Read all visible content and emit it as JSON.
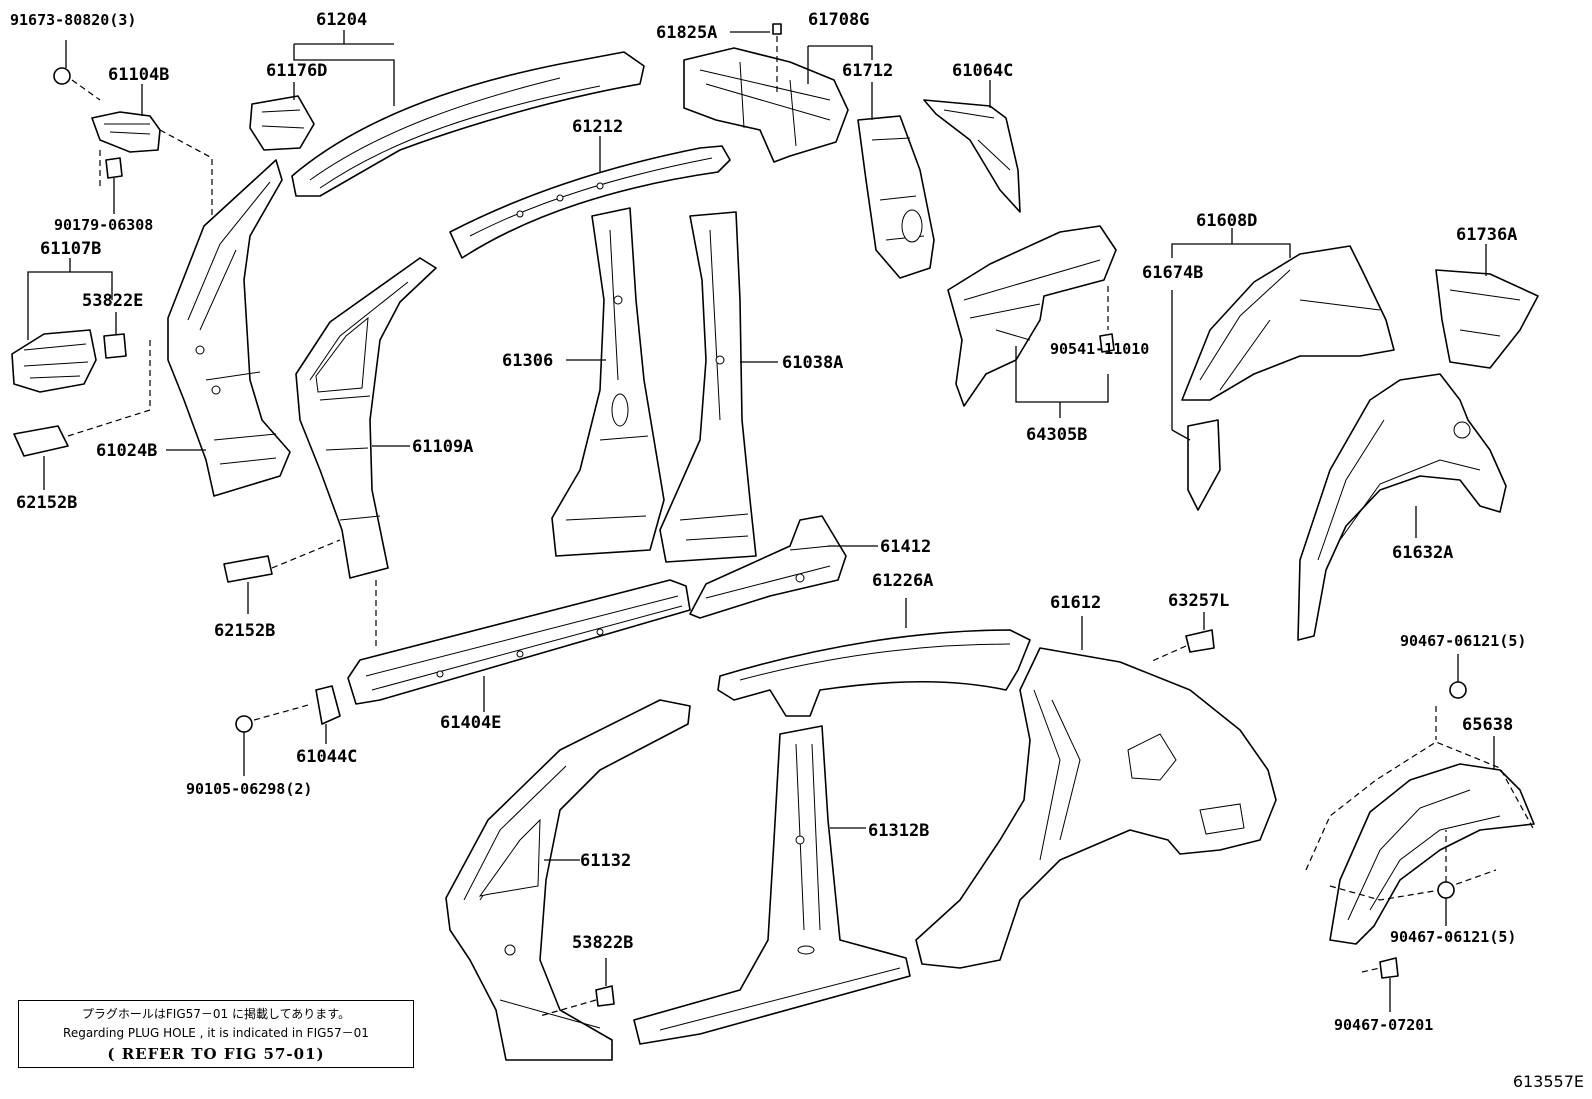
{
  "diagram": {
    "figure_id": "613557E",
    "note": {
      "japanese": "プラグホールはFIG57－01 に掲載してあります。",
      "english": "Regarding PLUG HOLE , it is indicated in FIG57－01",
      "reference": "( REFER TO FIG 57-01)"
    },
    "labels": {
      "p91673": "91673-80820(3)",
      "p61104B": "61104B",
      "p61204": "61204",
      "p61176D": "61176D",
      "p61825A": "61825A",
      "p61708G": "61708G",
      "p61712": "61712",
      "p61064C": "61064C",
      "p90179": "90179-06308",
      "p61212": "61212",
      "p61107B": "61107B",
      "p53822E": "53822E",
      "p61306": "61306",
      "p61038A": "61038A",
      "p90541": "90541-11010",
      "p61608D": "61608D",
      "p61674B": "61674B",
      "p61736A": "61736A",
      "p61024B": "61024B",
      "p61109A": "61109A",
      "p64305B": "64305B",
      "p62152B_a": "62152B",
      "p62152B_b": "62152B",
      "p61412": "61412",
      "p61632A": "61632A",
      "p61226A": "61226A",
      "p61612": "61612",
      "p63257L": "63257L",
      "p90467_a": "90467-06121(5)",
      "p61404E": "61404E",
      "p61044C": "61044C",
      "p65638": "65638",
      "p90105": "90105-06298(2)",
      "p61312B": "61312B",
      "p61132": "61132",
      "p53822B": "53822B",
      "p90467_b": "90467-06121(5)",
      "p90467_c": "90467-07201"
    }
  }
}
